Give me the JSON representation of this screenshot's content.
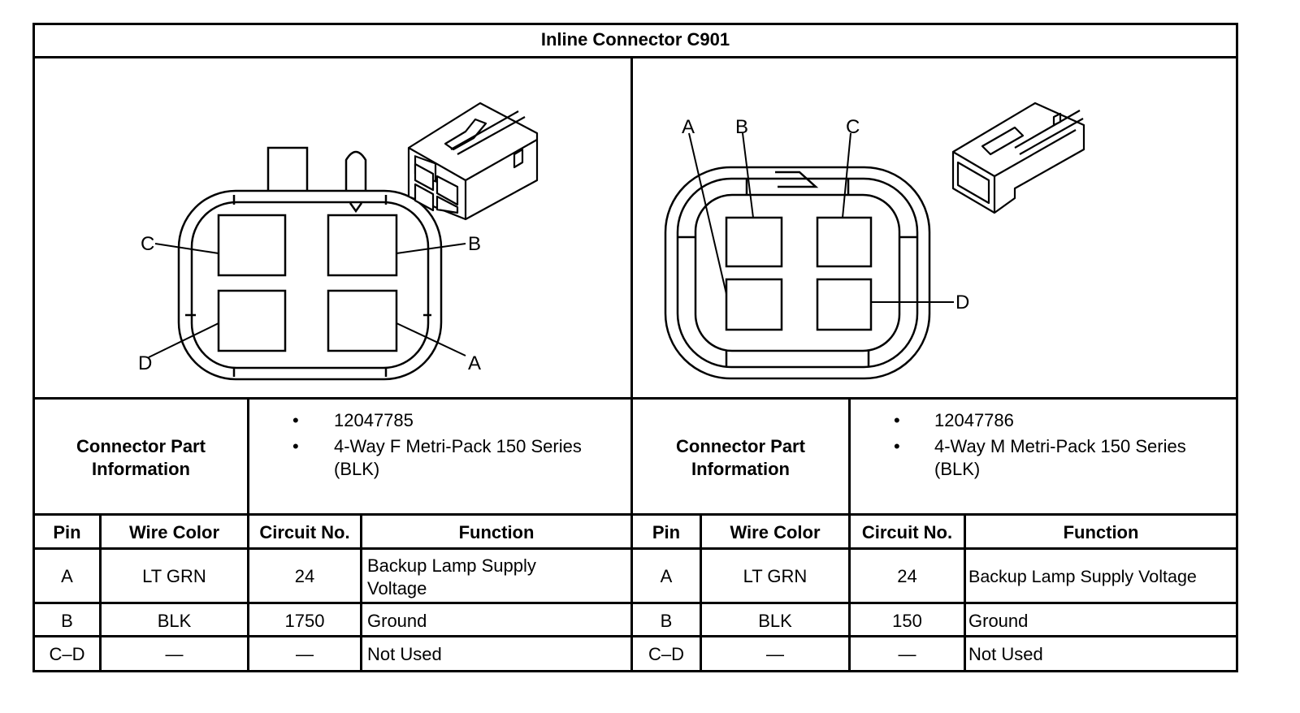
{
  "title": "Inline Connector C901",
  "left": {
    "pin_labels": {
      "a": "A",
      "b": "B",
      "c": "C",
      "d": "D"
    },
    "part_info_label": "Connector Part Information",
    "part_info_line1": "Connector Part",
    "part_info_line2": "Information",
    "part_number": "12047785",
    "description_line1": "4-Way F Metri-Pack 150 Series",
    "description_line2": "(BLK)",
    "headers": {
      "pin": "Pin",
      "wire_color": "Wire Color",
      "circuit": "Circuit No.",
      "function": "Function"
    },
    "rows": [
      {
        "pin": "A",
        "wire_color": "LT GRN",
        "circuit": "24",
        "function_line1": "Backup Lamp Supply",
        "function_line2": "Voltage"
      },
      {
        "pin": "B",
        "wire_color": "BLK",
        "circuit": "1750",
        "function_line1": "Ground",
        "function_line2": ""
      },
      {
        "pin": "C–D",
        "wire_color": "—",
        "circuit": "—",
        "function_line1": "Not Used",
        "function_line2": ""
      }
    ]
  },
  "right": {
    "pin_labels": {
      "a": "A",
      "b": "B",
      "c": "C",
      "d": "D"
    },
    "part_info_line1": "Connector Part",
    "part_info_line2": "Information",
    "part_number": "12047786",
    "description_line1": "4-Way M Metri-Pack 150 Series",
    "description_line2": "(BLK)",
    "headers": {
      "pin": "Pin",
      "wire_color": "Wire Color",
      "circuit": "Circuit No.",
      "function": "Function"
    },
    "rows": [
      {
        "pin": "A",
        "wire_color": "LT GRN",
        "circuit": "24",
        "function_line1": "Backup Lamp Supply Voltage",
        "function_line2": ""
      },
      {
        "pin": "B",
        "wire_color": "BLK",
        "circuit": "150",
        "function_line1": "Ground",
        "function_line2": ""
      },
      {
        "pin": "C–D",
        "wire_color": "—",
        "circuit": "—",
        "function_line1": "Not Used",
        "function_line2": ""
      }
    ]
  },
  "bullet": "•"
}
